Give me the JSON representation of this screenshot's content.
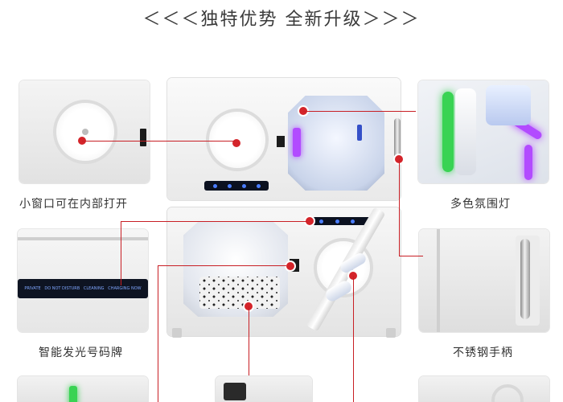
{
  "title": "＜＜＜独特优势 全新升级＞＞＞",
  "features": {
    "window": {
      "label": "小窗口可在内部打开",
      "icon": "round-window-icon"
    },
    "light": {
      "label": "多色氛围灯",
      "icon": "ambient-light-icon"
    },
    "plate": {
      "label": "智能发光号码牌",
      "panel_items": [
        "PRIVATE",
        "DO NOT DISTURB",
        "CLEANING",
        "CHARGING NOW"
      ]
    },
    "handle": {
      "label": "不锈钢手柄",
      "icon": "handle-icon"
    }
  },
  "colors": {
    "pointer_red": "#c81f25",
    "panel_dark": "#0b1120",
    "panel_blue": "#4a7dff",
    "light_green": "#39d353",
    "light_purple": "#b24bff"
  }
}
